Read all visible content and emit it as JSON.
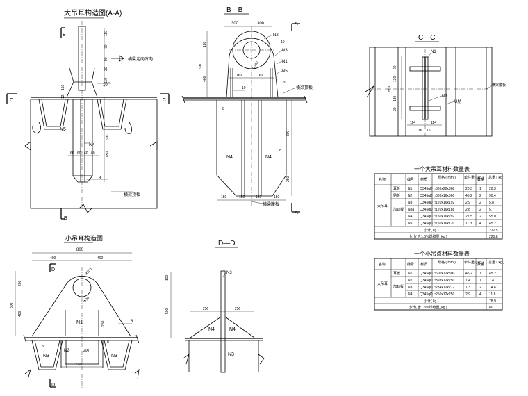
{
  "views": {
    "aa": {
      "title": "大吊耳构造图(A-A)",
      "cut_b": "B",
      "cut_c": "C",
      "n5": "N5",
      "n4": "N4",
      "fw_label": "横梁顶板",
      "dir_label": "横梁走向方向",
      "dims_top": [
        "110",
        "70",
        "90",
        "30",
        "110"
      ],
      "dim_150": "150",
      "dim_12": "12",
      "dims_bottom": [
        "60",
        "60",
        "60",
        "60"
      ],
      "dim_600": "600",
      "dim_850": "850",
      "weld_10": "10",
      "weld_8": "8"
    },
    "bb": {
      "title": "B—B",
      "cut_a": "A",
      "dims_top": [
        "300",
        "300"
      ],
      "n1": "N1",
      "n2": "N2",
      "n3": "N3",
      "n4": "N4",
      "n5": "N5",
      "r_label": "R300",
      "dims_mid": [
        "160",
        "160"
      ],
      "d_10": "10",
      "d_20": "20",
      "dim_180": "180",
      "dim_600": "600",
      "dim_400": "400",
      "dim_800": "800",
      "dim_250": "250",
      "dims_bottom": [
        "150",
        "150",
        "150",
        "150"
      ],
      "weld_10": "10",
      "weld_8": "8",
      "roof_label": "横梁顶板",
      "roof_label2": "横梁腹板"
    },
    "cc": {
      "title": "C—C",
      "n1": "N1",
      "n3": "N3",
      "u_label": "U肋",
      "side_label": "横梁腹板",
      "dims_left": [
        "20",
        "130",
        "20",
        "130"
      ],
      "dims_bottom": [
        "114",
        "114"
      ],
      "dims_16": [
        "16",
        "16"
      ],
      "dim_800": "800"
    },
    "small": {
      "title": "小吊耳构造图",
      "dim_800": "800",
      "dims_400": [
        "400",
        "400"
      ],
      "dims_left": [
        "200",
        "400"
      ],
      "dim_800v": "800",
      "r_label": "R200",
      "hole_label": "Φ70",
      "n1": "N1",
      "n2": "N2",
      "n3": "N3",
      "dim_250": "250",
      "dim_200": "200",
      "dim_593": "593",
      "weld_8": "8",
      "cut_d": "D"
    },
    "dd": {
      "title": "D—D",
      "n3": "N3",
      "n4": "N4",
      "dims_left": [
        "100",
        "500"
      ],
      "dims_250": [
        "250",
        "250"
      ]
    }
  },
  "table1": {
    "title": "一个大吊耳材料数量表",
    "headers": [
      "名称",
      "编号",
      "材质",
      "规格\n( mm )",
      "单件重\n( kg )",
      "数量",
      "总重\n( kg )"
    ],
    "group": "大吊耳",
    "subgroups": [
      "耳板",
      "贴板",
      "加劲板"
    ],
    "rows": [
      [
        "N1",
        "Q345qD",
        "□360x20x368",
        "20.3",
        "1",
        "20.3"
      ],
      [
        "N2",
        "Q345qD",
        "□600x16x600",
        "45.2",
        "2",
        "90.4"
      ],
      [
        "N3",
        "Q345qD",
        "□120x16x192",
        "2.9",
        "2",
        "5.8"
      ],
      [
        "N3a",
        "Q345qD",
        "□120x16x188",
        "2.8",
        "2",
        "5.7"
      ],
      [
        "N4",
        "Q345qD",
        "□750x16x292",
        "27.5",
        "2",
        "55.0"
      ],
      [
        "N5",
        "Q345qD",
        "□750x16x120",
        "11.3",
        "4",
        "45.2"
      ]
    ],
    "subtotal_label": "小计( kg )",
    "subtotal": "222.5",
    "total_label": "小计( 含1.5%焊缝重_kg )",
    "total": "225.8"
  },
  "table2": {
    "title": "一个小吊点材料数量表",
    "headers": [
      "名称",
      "编号",
      "材质",
      "规格\n( mm )",
      "单件重\n( kg )",
      "数量",
      "总重\n( kg )"
    ],
    "group": "大吊耳",
    "subgroups": [
      "耳板",
      "加劲板"
    ],
    "rows": [
      [
        "N1",
        "Q345qD",
        "□600x12x800",
        "45.2",
        "1",
        "45.2"
      ],
      [
        "N2",
        "Q345qD",
        "□393x12x250",
        "7.4",
        "1",
        "7.4"
      ],
      [
        "N3",
        "Q345qD",
        "□284x12x272",
        "7.3",
        "2",
        "14.6"
      ],
      [
        "N4",
        "Q345qD",
        "□250x12x250",
        "2.9",
        "4",
        "11.8"
      ]
    ],
    "subtotal_label": "小计( kg )",
    "subtotal": "78.9",
    "total_label": "小计( 含1.5%焊缝重_kg )",
    "total": "80.1"
  }
}
